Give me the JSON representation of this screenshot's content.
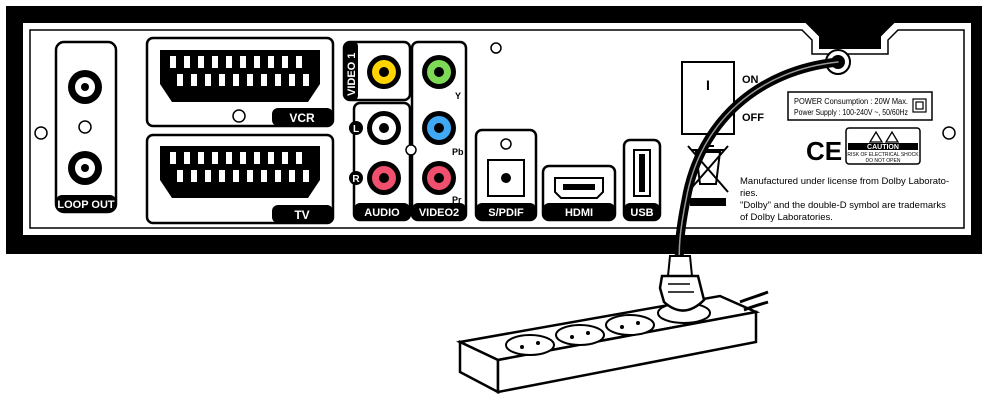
{
  "ports": {
    "loop_out": "LOOP OUT",
    "vcr": "VCR",
    "tv": "TV",
    "video1": "VIDEO 1",
    "audio": "AUDIO",
    "video2": "VIDEO2",
    "spdif": "S/PDIF",
    "hdmi": "HDMI",
    "usb": "USB",
    "y": "Y",
    "pb": "Pb",
    "pr": "Pr",
    "left": "L",
    "right": "R"
  },
  "switch": {
    "on_symbol": "I",
    "on_label": "ON",
    "off_label": "OFF"
  },
  "power_info": {
    "line1": "POWER Consumption : 20W Max.",
    "line2": "Power Supply : 100-240V ~, 50/60Hz"
  },
  "marks": {
    "ce": "CE",
    "caution_title": "CAUTION",
    "caution_line1": "RISK OF ELECTRICAL SHOCK",
    "caution_line2": "DO NOT OPEN"
  },
  "dolby": {
    "line1": "Manufactured under license from Dolby Laborato-",
    "line2": "ries.",
    "line3": "\"Dolby\" and the double-D symbol are trademarks",
    "line4": "of Dolby Laboratories."
  },
  "colors": {
    "video1_jack": "#FFD400",
    "y_jack": "#7ED957",
    "pb_jack": "#3FA9F5",
    "pr_jack": "#F0506E",
    "audio_right_jack": "#F0506E",
    "audio_left_jack": "#FFFFFF",
    "panel_frame": "#000000"
  }
}
